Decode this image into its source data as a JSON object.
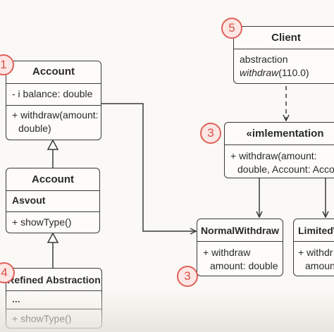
{
  "badges": {
    "b1": "1",
    "b5": "5",
    "b3a": "3",
    "b3b": "3",
    "b4": "4"
  },
  "account_top": {
    "title": "Account",
    "field": "- i balance: double",
    "method_line1": "+ withdraw(amount:",
    "method_line2": "double)"
  },
  "account_mid": {
    "title": "Account",
    "section": "Asvout",
    "method": "+ showType()"
  },
  "refined": {
    "title": "Refined Abstraction",
    "section": "...",
    "method": "+ showType()"
  },
  "client": {
    "title": "Client",
    "line1": "abstraction",
    "line2_italic": "withdraw",
    "line2_rest": "(110.0)"
  },
  "implementation": {
    "title": "«imlementation",
    "method_line1": "+ withdraw(amount:",
    "method_line2": "double, Account: Acco"
  },
  "normal_withdraw": {
    "title": "NormalWithdraw",
    "line1": "+ withdraw",
    "line2": "amount: double"
  },
  "limited": {
    "title": "LimitedW",
    "line1": "+ withdr",
    "line2": "amoun"
  },
  "colors": {
    "badge_border": "#e0605a",
    "badge_fill": "#fde7e4",
    "badge_text": "#d94f48",
    "line": "#3a3a3a",
    "background": "#faf9f5"
  }
}
